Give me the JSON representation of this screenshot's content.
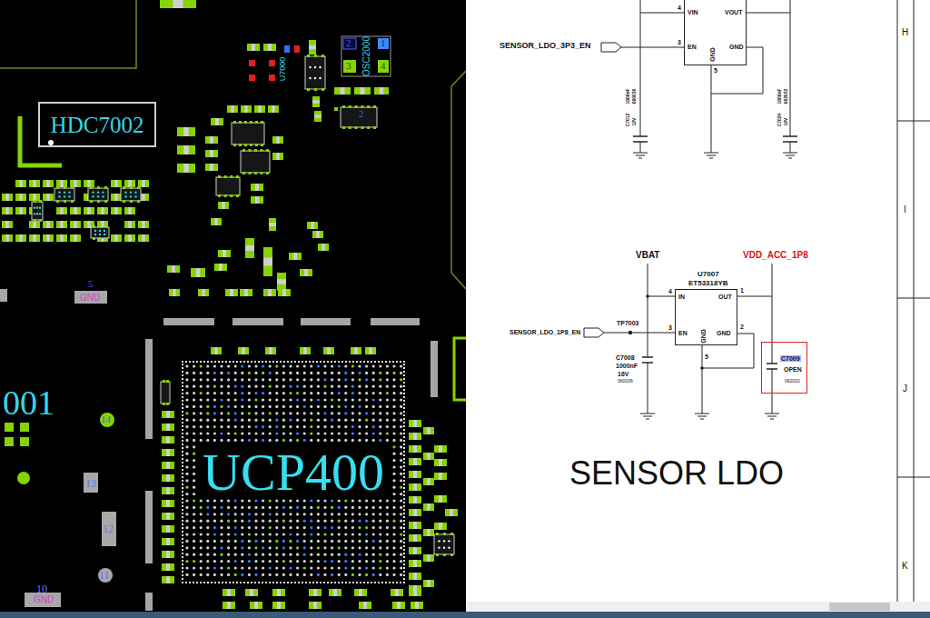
{
  "diagram": {
    "nodes": [
      {
        "text": [
          "HDC7002"
        ]
      },
      {
        "text": [
          "UCP400"
        ]
      },
      {
        "text": [
          "VIN",
          "VOUT",
          "EN",
          "GND",
          "GND"
        ]
      },
      {
        "text": [
          "U7007",
          "ET53318YB",
          "IN",
          "OUT",
          "EN",
          "GND",
          "GND"
        ]
      },
      {
        "text": [
          "C7009",
          "OPEN",
          "062032"
        ]
      }
    ],
    "edges": [
      {
        "from": 3,
        "to": 4,
        "arrow": "none"
      }
    ],
    "labels": [
      "2",
      "1",
      "3",
      "4",
      "OSC2000",
      "U7000",
      "2",
      "001",
      "5",
      "GND",
      "14",
      "13",
      "12",
      "11",
      "10",
      "GND",
      "SENSOR_LDO_3P3_EN",
      "4",
      "3",
      "5",
      "1000nF",
      "060036",
      "C7012",
      "10V",
      "1000nF",
      "062032",
      "C7024",
      "10V",
      "VBAT",
      "VDD_ACC_1P8",
      "4",
      "1",
      "3",
      "2",
      "5",
      "TP7003",
      "SENSOR_LDO_1P8_EN",
      "C7008",
      "1000nF",
      "16V",
      "060036",
      "SENSOR LDO",
      "H",
      "I",
      "J",
      "K"
    ]
  }
}
